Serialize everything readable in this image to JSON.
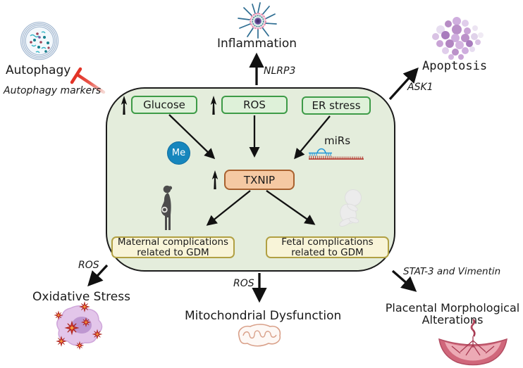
{
  "figure": {
    "outer_nodes": {
      "autophagy": {
        "label": "Autophagy",
        "mediator": "Autophagy markers",
        "relation": "inhibition"
      },
      "inflammation": {
        "label": "Inflammation",
        "mediator": "NLRP3",
        "relation": "activation"
      },
      "apoptosis": {
        "label": "Apoptosis",
        "mediator": "ASK1",
        "relation": "activation"
      },
      "oxidative_stress": {
        "label": "Oxidative Stress",
        "mediator": "ROS",
        "relation": "activation"
      },
      "mitochondrial_dysfunction": {
        "label": "Mitochondrial Dysfunction",
        "mediator": "ROS",
        "relation": "activation"
      },
      "placental_alterations": {
        "label_line1": "Placental Morphological",
        "label_line2": "Alterations",
        "mediator": "STAT-3 and Vimentin",
        "relation": "activation"
      }
    },
    "central": {
      "inputs": [
        {
          "label": "Glucose",
          "upregulated": true
        },
        {
          "label": "ROS",
          "upregulated": true
        },
        {
          "label": "ER stress",
          "upregulated": false
        }
      ],
      "me_badge": "Me",
      "mirs_label": "miRs",
      "txnip": {
        "label": "TXNIP",
        "upregulated": true
      },
      "outcomes": [
        {
          "line1": "Maternal complications",
          "line2": "related to GDM"
        },
        {
          "line1": "Fetal complications",
          "line2": "related to GDM"
        }
      ]
    },
    "icons": [
      "autophagosome-icon",
      "inflammasome-icon",
      "apoptotic-cells-icon",
      "mirna-icon",
      "pregnant-woman-icon",
      "fetus-icon",
      "ros-cell-icon",
      "mitochondrion-icon",
      "placenta-icon"
    ],
    "palette": {
      "panel_fill": "#e4eddc",
      "panel_border": "#1c1c1c",
      "input_fill": "#def1d9",
      "input_border": "#3d9b47",
      "txnip_fill": "#f5c9a3",
      "txnip_border": "#a8612f",
      "outcome_fill": "#f8f4d8",
      "outcome_border": "#b1a043",
      "me_fill": "#1686bd",
      "inhibition_red": "#e23327",
      "arrow_black": "#111111",
      "mirna_red": "#b02a20",
      "mirna_blue": "#2196d6"
    }
  }
}
